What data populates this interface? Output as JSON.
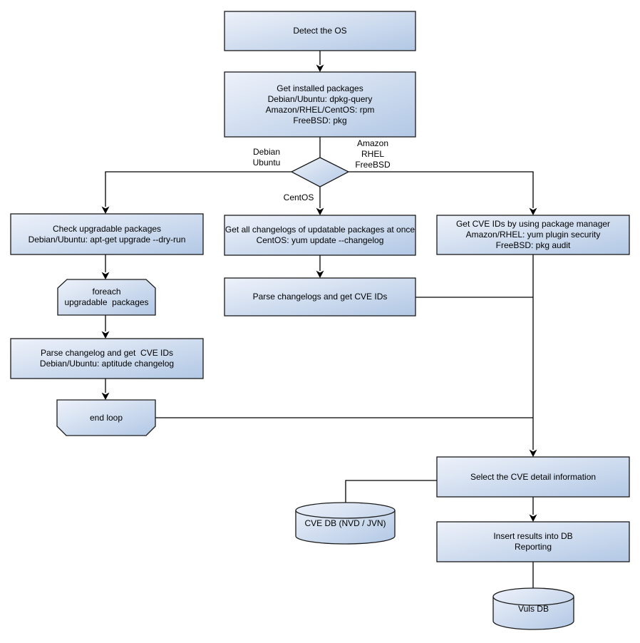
{
  "diagram": {
    "nodes": {
      "detect_os": {
        "label": "Detect the OS"
      },
      "get_installed_packages": {
        "label": "Get installed packages\nDebian/Ubuntu: dpkg-query\nAmazon/RHEL/CentOS: rpm\nFreeBSD: pkg"
      },
      "os_decision": {
        "label": ""
      },
      "check_upgradable_packages": {
        "label": "Check upgradable packages\nDebian/Ubuntu: apt-get upgrade --dry-run"
      },
      "get_all_changelogs": {
        "label": "Get all changelogs of updatable packages at once\nCentOS: yum update --changelog"
      },
      "get_cve_ids_pkg_manager": {
        "label": "Get CVE IDs by using package manager\nAmazon/RHEL: yum plugin security\nFreeBSD: pkg audit"
      },
      "foreach_loop_start": {
        "label": "foreach\nupgradable  packages"
      },
      "parse_changelog_left": {
        "label": "Parse changelog and get  CVE IDs\nDebian/Ubuntu: aptitude changelog"
      },
      "end_loop": {
        "label": "end loop"
      },
      "parse_changelogs_mid": {
        "label": "Parse changelogs and get CVE IDs"
      },
      "select_cve_detail": {
        "label": "Select the CVE detail information"
      },
      "cve_db": {
        "label": "CVE DB (NVD / JVN)"
      },
      "insert_results": {
        "label": "Insert results into DB\nReporting"
      },
      "vuls_db": {
        "label": "Vuls DB"
      }
    },
    "edge_labels": {
      "debian_ubuntu": "Debian\nUbuntu",
      "amazon_rhel_freebsd": "Amazon\nRHEL\nFreeBSD",
      "centos": "CentOS"
    },
    "edges": [
      {
        "from": "detect_os",
        "to": "get_installed_packages"
      },
      {
        "from": "get_installed_packages",
        "to": "os_decision"
      },
      {
        "from": "os_decision",
        "to": "check_upgradable_packages",
        "label": "Debian Ubuntu"
      },
      {
        "from": "os_decision",
        "to": "get_all_changelogs",
        "label": "CentOS"
      },
      {
        "from": "os_decision",
        "to": "get_cve_ids_pkg_manager",
        "label": "Amazon RHEL FreeBSD"
      },
      {
        "from": "check_upgradable_packages",
        "to": "foreach_loop_start"
      },
      {
        "from": "foreach_loop_start",
        "to": "parse_changelog_left"
      },
      {
        "from": "parse_changelog_left",
        "to": "end_loop"
      },
      {
        "from": "end_loop",
        "to": "select_cve_detail"
      },
      {
        "from": "get_all_changelogs",
        "to": "parse_changelogs_mid"
      },
      {
        "from": "parse_changelogs_mid",
        "to": "select_cve_detail"
      },
      {
        "from": "get_cve_ids_pkg_manager",
        "to": "select_cve_detail"
      },
      {
        "from": "cve_db",
        "to": "select_cve_detail"
      },
      {
        "from": "select_cve_detail",
        "to": "insert_results"
      },
      {
        "from": "insert_results",
        "to": "vuls_db"
      }
    ],
    "colors": {
      "node_fill_start": "#eef2fa",
      "node_fill_end": "#b2c8e5",
      "node_border": "#1a1a1a",
      "connector": "#000000",
      "text": "#000000",
      "background": "#ffffff"
    }
  }
}
